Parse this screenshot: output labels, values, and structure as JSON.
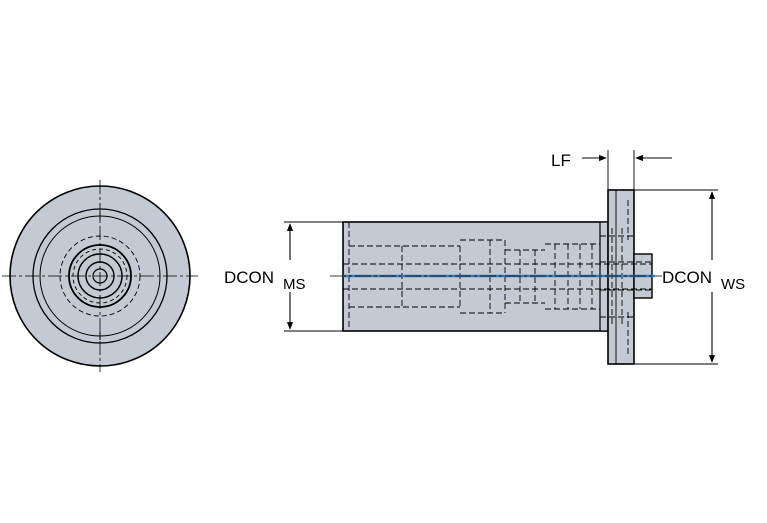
{
  "labels": {
    "lf": "LF",
    "dcon_ms_main": "DCON",
    "dcon_ms_sub": "MS",
    "dcon_ws_main": "DCON",
    "dcon_ws_sub": "WS"
  },
  "colors": {
    "body_fill": "#c4cad3",
    "outline": "#000000",
    "hidden_line": "#000000",
    "axis_highlight": "#3b79b8"
  },
  "icons": {
    "end_view": "circular-end-view",
    "side_view": "adapter-side-view"
  }
}
